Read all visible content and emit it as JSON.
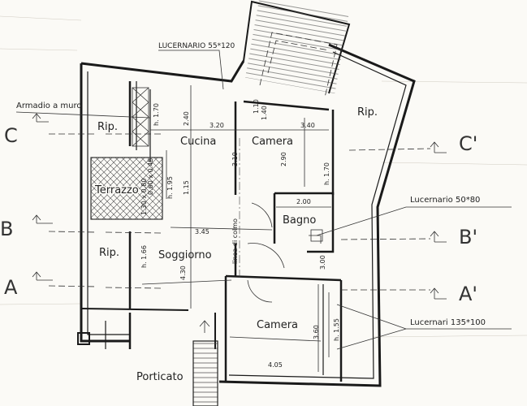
{
  "rooms": {
    "rip_left": "Rip.",
    "cucina": "Cucina",
    "camera_top": "Camera",
    "rip_right": "Rip.",
    "terrazzo": "Terrazzo",
    "bagno": "Bagno",
    "rip_mid": "Rip.",
    "soggiorno": "Soggiorno",
    "camera_bottom": "Camera",
    "porticato": "Porticato"
  },
  "notes": {
    "armadio": "Armadio a muro",
    "lucernario_top": "LUCERNARIO 55*120",
    "lucernario_bagno": "Lucernario 50*80",
    "lucernari": "Lucernari 135*100",
    "linea_colmo": "linea di colmo"
  },
  "sections": {
    "c_left": "C",
    "c_right": "C'",
    "b_left": "B",
    "b_right": "B'",
    "a_left": "A",
    "a_right": "A'"
  },
  "dims": {
    "h170_top": "h. 1.70",
    "d240": "2.40",
    "d320": "3.20",
    "d110": "1.10",
    "d140": "1.40",
    "d340": "3.40",
    "d290": "2.90",
    "h170_right": "h. 1.70",
    "d310": "3.10",
    "h195": "h. 1.95",
    "d115": "1.15",
    "d200": "2.00",
    "terr_dims": "0.60 x 0.45",
    "terr_dims2": "1.30 x 0.80",
    "d345": "3.45",
    "h166": "h. 1.66",
    "d430": "4.30",
    "d300": "3.00",
    "d360": "3.60",
    "h155": "h. 1.55",
    "d405": "4.05"
  }
}
